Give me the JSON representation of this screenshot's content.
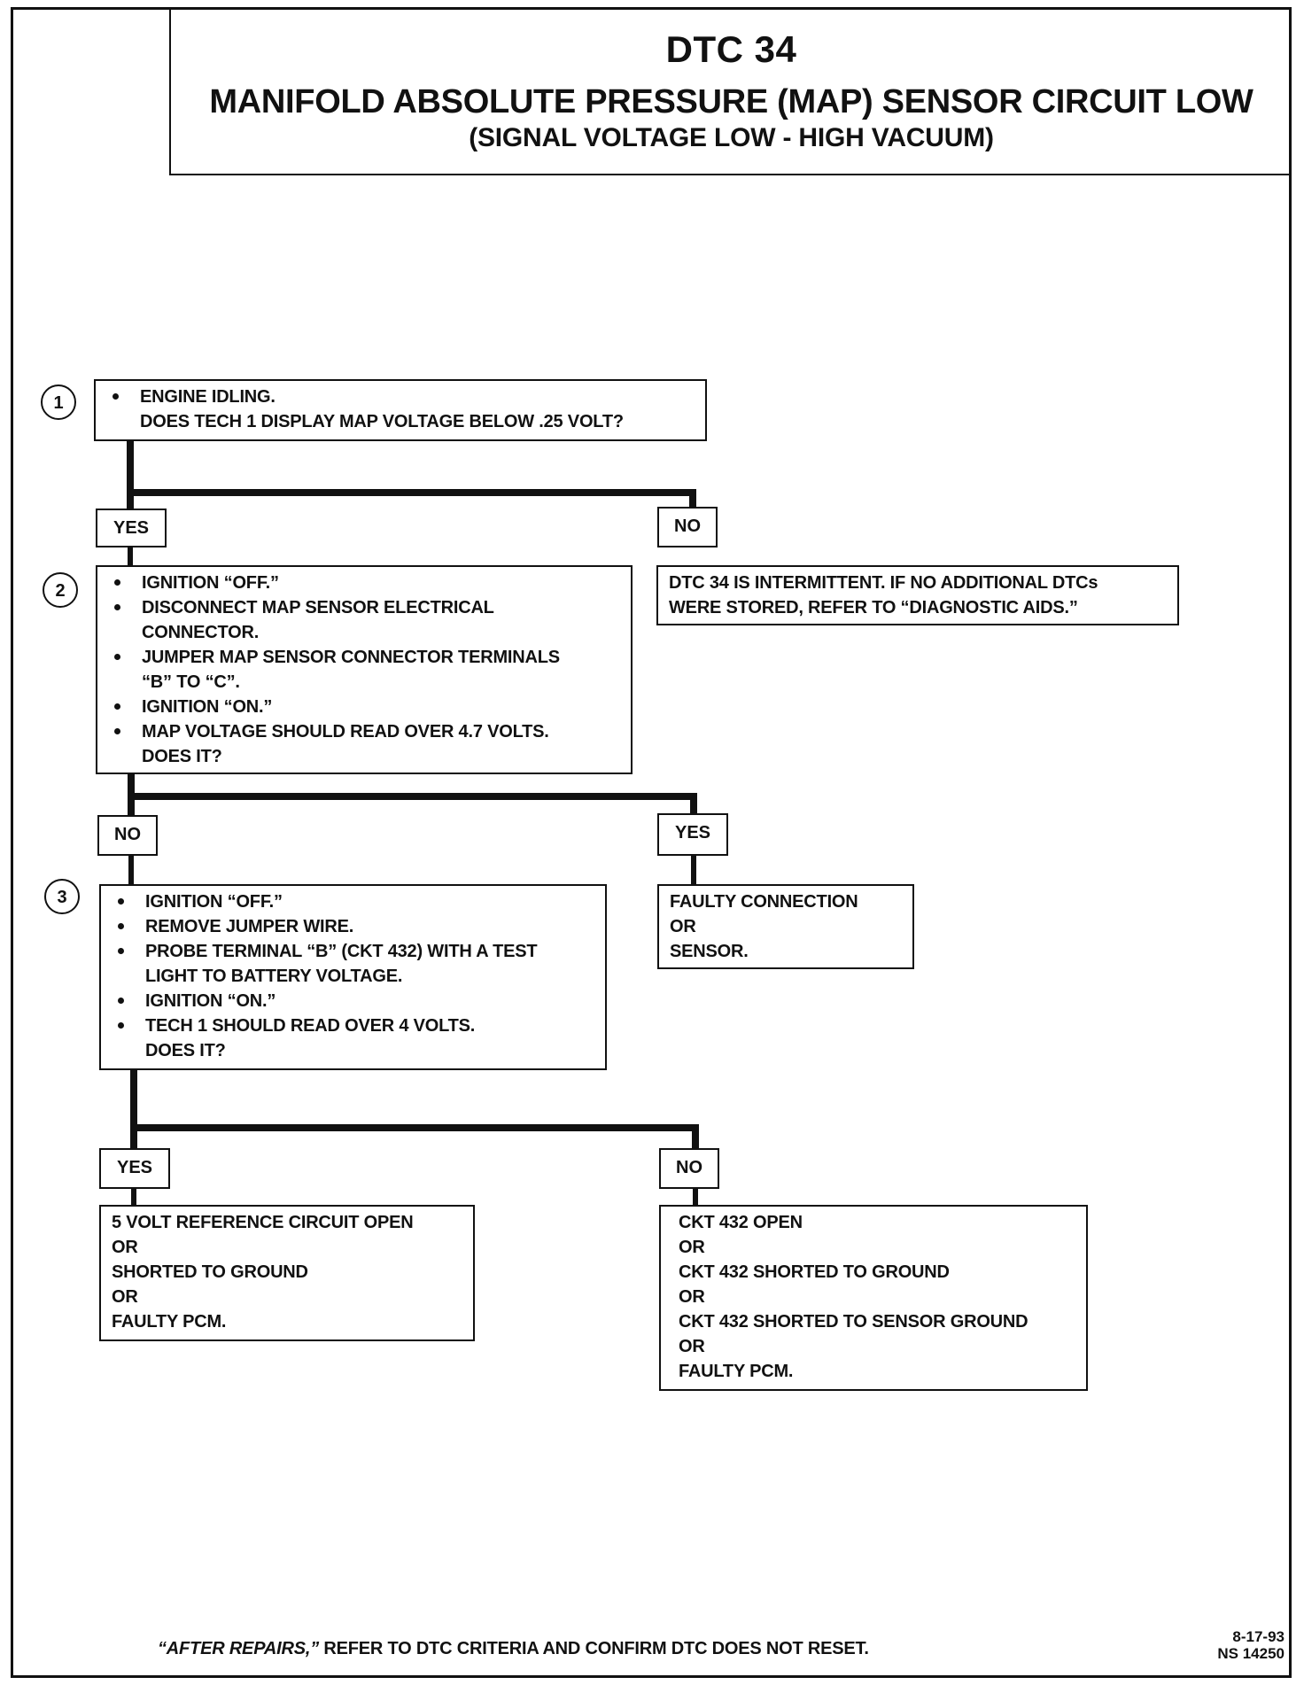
{
  "title": {
    "code": "DTC 34",
    "main": "MANIFOLD ABSOLUTE PRESSURE (MAP) SENSOR CIRCUIT LOW",
    "sub": "(SIGNAL VOLTAGE LOW - HIGH VACUUM)"
  },
  "steps": [
    {
      "number": "1",
      "bullets": [
        "ENGINE IDLING."
      ],
      "question": "DOES TECH 1 DISPLAY MAP VOLTAGE BELOW .25 VOLT?"
    },
    {
      "number": "2",
      "bullets": [
        "IGNITION “OFF.”",
        "DISCONNECT MAP SENSOR ELECTRICAL",
        "JUMPER MAP SENSOR CONNECTOR TERMINALS",
        "IGNITION “ON.”",
        "MAP VOLTAGE SHOULD READ OVER 4.7 VOLTS."
      ],
      "continuations": [
        "CONNECTOR.",
        "“B” TO “C”."
      ],
      "question": "DOES IT?"
    },
    {
      "number": "3",
      "bullets": [
        "IGNITION “OFF.”",
        "REMOVE JUMPER WIRE.",
        "PROBE TERMINAL “B” (CKT 432) WITH A TEST",
        "IGNITION “ON.”",
        "TECH 1 SHOULD READ OVER 4 VOLTS."
      ],
      "continuations": [
        "LIGHT TO BATTERY VOLTAGE."
      ],
      "question": "DOES IT?"
    }
  ],
  "branch_labels": {
    "step1_yes": "YES",
    "step1_no": "NO",
    "step2_no": "NO",
    "step2_yes": "YES",
    "step3_yes": "YES",
    "step3_no": "NO"
  },
  "results": {
    "intermittent": [
      "DTC 34 IS INTERMITTENT.  IF NO ADDITIONAL DTCs",
      "WERE STORED, REFER TO “DIAGNOSTIC AIDS.”"
    ],
    "faulty_connection": [
      "FAULTY CONNECTION",
      "OR",
      "SENSOR."
    ],
    "reference_circuit": [
      "5 VOLT REFERENCE CIRCUIT OPEN",
      "OR",
      "SHORTED TO GROUND",
      "OR",
      "FAULTY PCM."
    ],
    "ckt432": [
      "CKT 432 OPEN",
      "OR",
      "CKT 432 SHORTED TO GROUND",
      "OR",
      "CKT 432 SHORTED TO SENSOR GROUND",
      "OR",
      "FAULTY PCM."
    ]
  },
  "footer": {
    "note_prefix": "“AFTER REPAIRS,”",
    "note_rest": " REFER TO DTC CRITERIA AND CONFIRM DTC DOES NOT RESET.",
    "date": "8-17-93",
    "ref": "NS 14250"
  }
}
